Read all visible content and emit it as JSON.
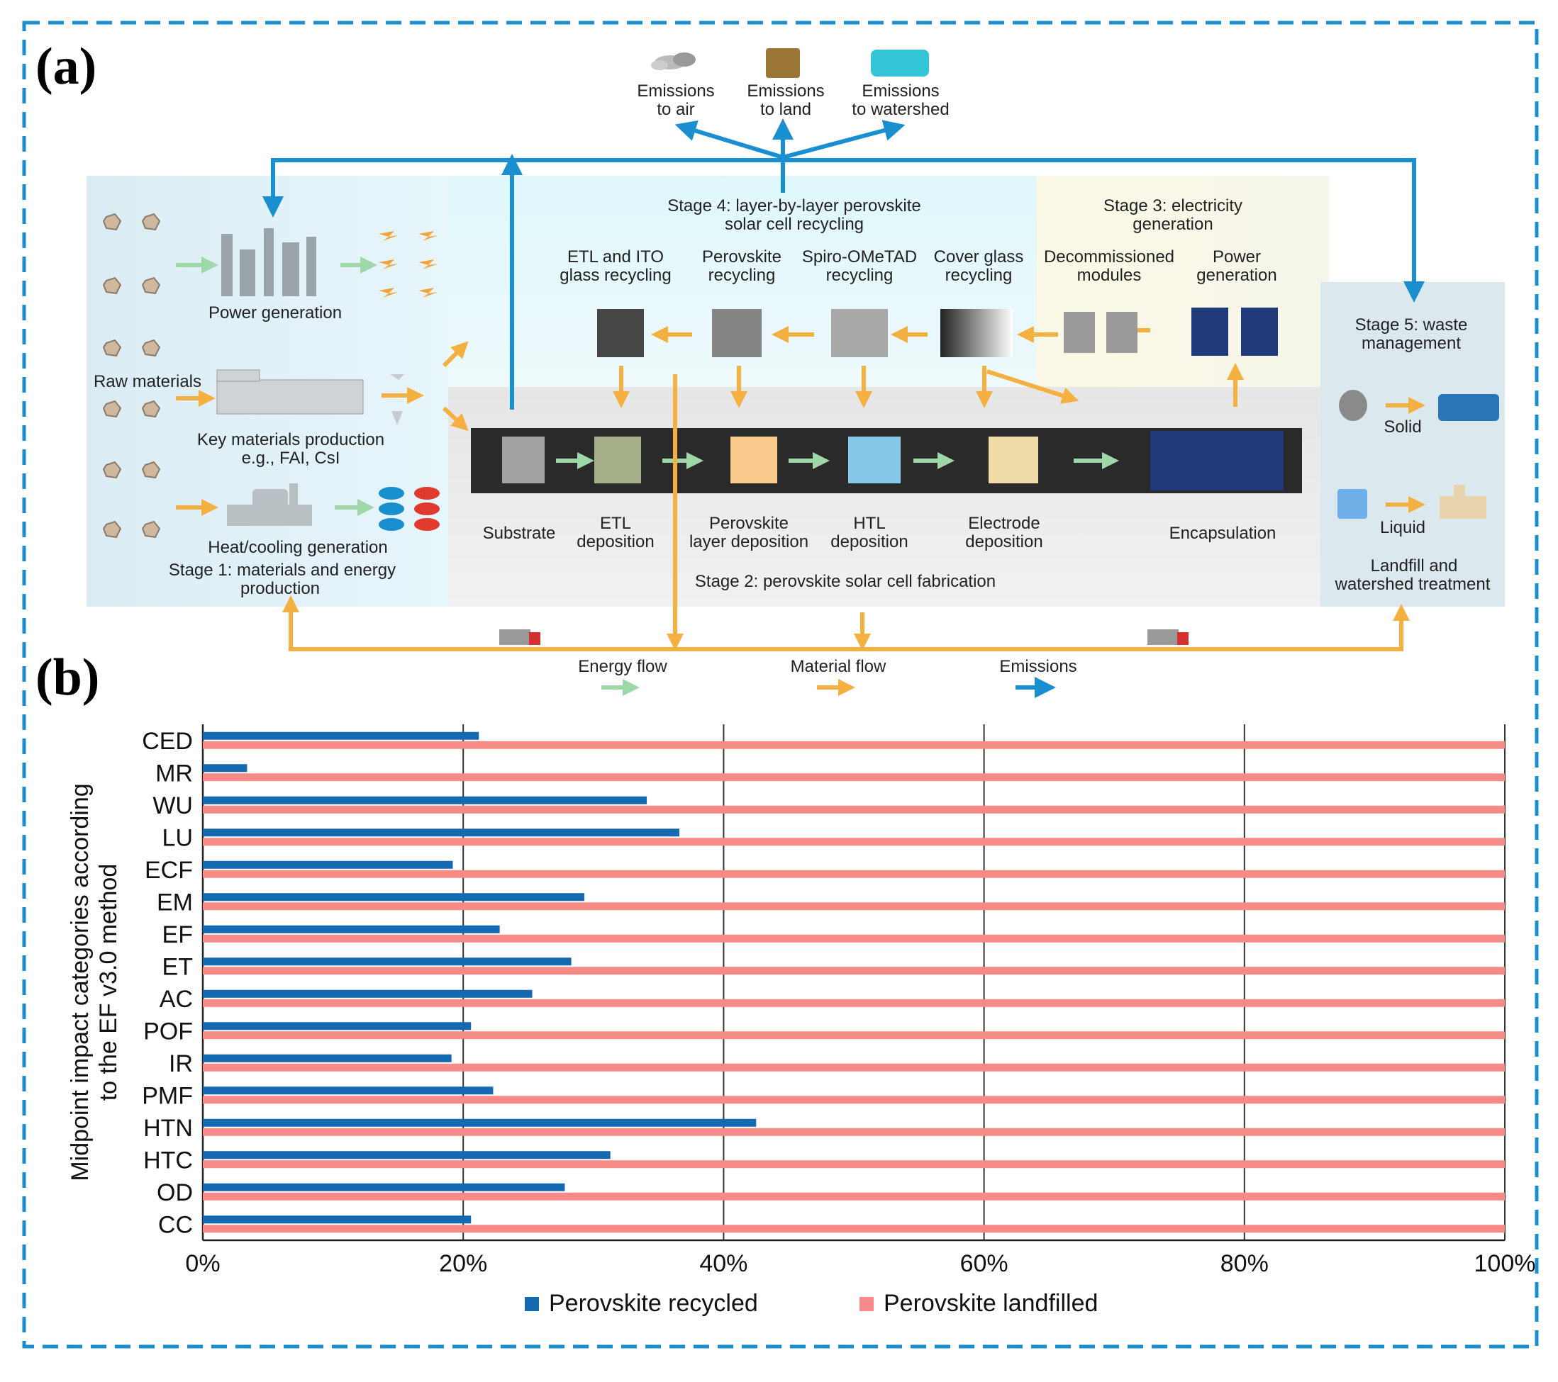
{
  "panel_a": {
    "letter": "(a)",
    "emissions": [
      {
        "label": "Emissions\nto air"
      },
      {
        "label": "Emissions\nto land"
      },
      {
        "label": "Emissions\nto watershed"
      }
    ],
    "stage1": {
      "title": "Stage 1: materials and energy\nproduction",
      "raw_materials": "Raw materials",
      "power_generation": "Power generation",
      "key_materials": "Key materials production\ne.g., FAI, CsI",
      "heat_cooling": "Heat/cooling generation"
    },
    "stage2": {
      "title": "Stage 2: perovskite solar cell fabrication",
      "steps": [
        "Substrate",
        "ETL\ndeposition",
        "Perovskite\nlayer deposition",
        "HTL\ndeposition",
        "Electrode\ndeposition",
        "Encapsulation"
      ]
    },
    "stage3": {
      "title": "Stage 3: electricity\ngeneration",
      "items": [
        "Decommissioned\nmodules",
        "Power\ngeneration"
      ]
    },
    "stage4": {
      "title": "Stage 4: layer-by-layer perovskite\nsolar cell recycling",
      "items": [
        "ETL and ITO\nglass recycling",
        "Perovskite\nrecycling",
        "Spiro-OMeTAD\nrecycling",
        "Cover glass\nrecycling"
      ]
    },
    "stage5": {
      "title": "Stage 5: waste\nmanagement",
      "solid": "Solid",
      "liquid": "Liquid",
      "treatment": "Landfill and\nwatershed treatment"
    },
    "flow_legend": [
      {
        "label": "Energy flow",
        "color": "#9fd8a8"
      },
      {
        "label": "Material flow",
        "color": "#f5b042"
      },
      {
        "label": "Emissions",
        "color": "#1a8fd0"
      }
    ]
  },
  "panel_b": {
    "letter": "(b)"
  },
  "chart_data": {
    "type": "bar",
    "orientation": "horizontal",
    "ylabel": "Midpoint impact categories according\nto the EF v3.0 method",
    "xlabel": "",
    "xlim": [
      0,
      100
    ],
    "xticks": [
      "0%",
      "20%",
      "40%",
      "60%",
      "80%",
      "100%"
    ],
    "grid": "vertical",
    "legend_position": "bottom",
    "categories": [
      "CED",
      "MR",
      "WU",
      "LU",
      "ECF",
      "EM",
      "EF",
      "ET",
      "AC",
      "POF",
      "IR",
      "PMF",
      "HTN",
      "HTC",
      "OD",
      "CC"
    ],
    "series": [
      {
        "name": "Perovskite recycled",
        "color": "#1469b0",
        "values": [
          21.2,
          3.4,
          34.1,
          36.6,
          19.2,
          29.3,
          22.8,
          28.3,
          25.3,
          20.6,
          19.1,
          22.3,
          42.5,
          31.3,
          27.8,
          20.6
        ]
      },
      {
        "name": "Perovskite landfilled",
        "color": "#f58a86",
        "values": [
          100,
          100,
          100,
          100,
          100,
          100,
          100,
          100,
          100,
          100,
          100,
          100,
          100,
          100,
          100,
          100
        ]
      }
    ]
  }
}
